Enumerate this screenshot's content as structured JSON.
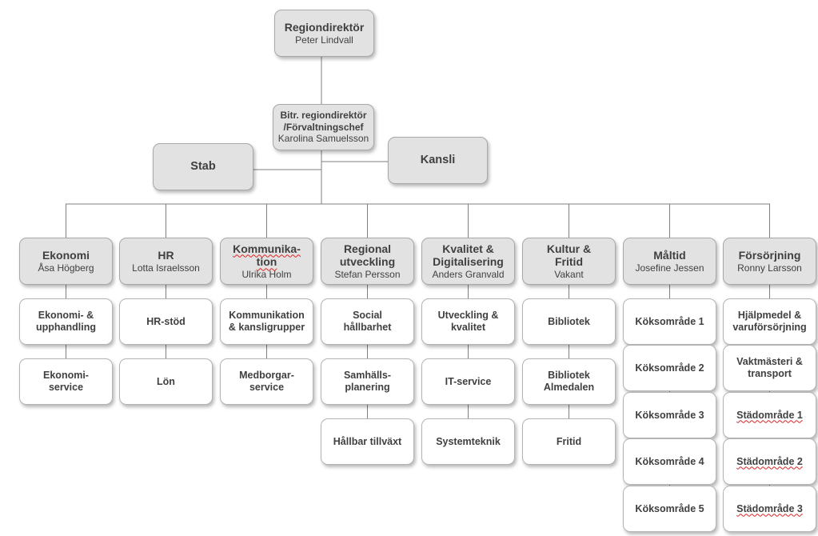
{
  "top": {
    "title": "Regiondirektör",
    "name": "Peter Lindvall"
  },
  "deputy": {
    "title_line1": "Bitr. regiondirektör",
    "title_line2": "/Förvaltningschef",
    "name": "Karolina Samuelsson"
  },
  "stab": "Stab",
  "kansli": "Kansli",
  "departments": [
    {
      "title_line1": "Ekonomi",
      "title_line2": "",
      "name": "Åsa Högberg",
      "units": [
        [
          "Ekonomi- &",
          "upphandling"
        ],
        [
          "Ekonomi-",
          "service"
        ]
      ]
    },
    {
      "title_line1": "HR",
      "title_line2": "",
      "name": "Lotta Israelsson",
      "units": [
        [
          "HR-stöd",
          ""
        ],
        [
          "Lön",
          ""
        ]
      ]
    },
    {
      "title_line1": "Kommunika-",
      "title_line2": "tion",
      "name": "Ulrika Holm",
      "units": [
        [
          "Kommunikation",
          "& kansligrupper"
        ],
        [
          "Medborgar-",
          "service"
        ]
      ]
    },
    {
      "title_line1": "Regional",
      "title_line2": "utveckling",
      "name": "Stefan Persson",
      "units": [
        [
          "Social",
          "hållbarhet"
        ],
        [
          "Samhälls-",
          "planering"
        ],
        [
          "Hållbar tillväxt",
          ""
        ]
      ]
    },
    {
      "title_line1": "Kvalitet &",
      "title_line2": "Digitalisering",
      "name": "Anders Granvald",
      "units": [
        [
          "Utveckling &",
          "kvalitet"
        ],
        [
          "IT-service",
          ""
        ],
        [
          "Systemteknik",
          ""
        ]
      ]
    },
    {
      "title_line1": "Kultur &",
      "title_line2": "Fritid",
      "name": "Vakant",
      "units": [
        [
          "Bibliotek",
          ""
        ],
        [
          "Bibliotek",
          "Almedalen"
        ],
        [
          "Fritid",
          ""
        ]
      ]
    },
    {
      "title_line1": "Måltid",
      "title_line2": "",
      "name": "Josefine Jessen",
      "units": [
        [
          "Köksområde 1",
          ""
        ],
        [
          "Köksområde 2",
          ""
        ],
        [
          "Köksområde 3",
          ""
        ],
        [
          "Köksområde 4",
          ""
        ],
        [
          "Köksområde 5",
          ""
        ]
      ]
    },
    {
      "title_line1": "Försörjning",
      "title_line2": "",
      "name": "Ronny Larsson",
      "units": [
        [
          "Hjälpmedel &",
          "varuförsörjning"
        ],
        [
          "Vaktmästeri &",
          "transport"
        ],
        [
          "Städområde 1",
          ""
        ],
        [
          "Städområde 2",
          ""
        ],
        [
          "Städområde 3",
          ""
        ]
      ]
    }
  ]
}
